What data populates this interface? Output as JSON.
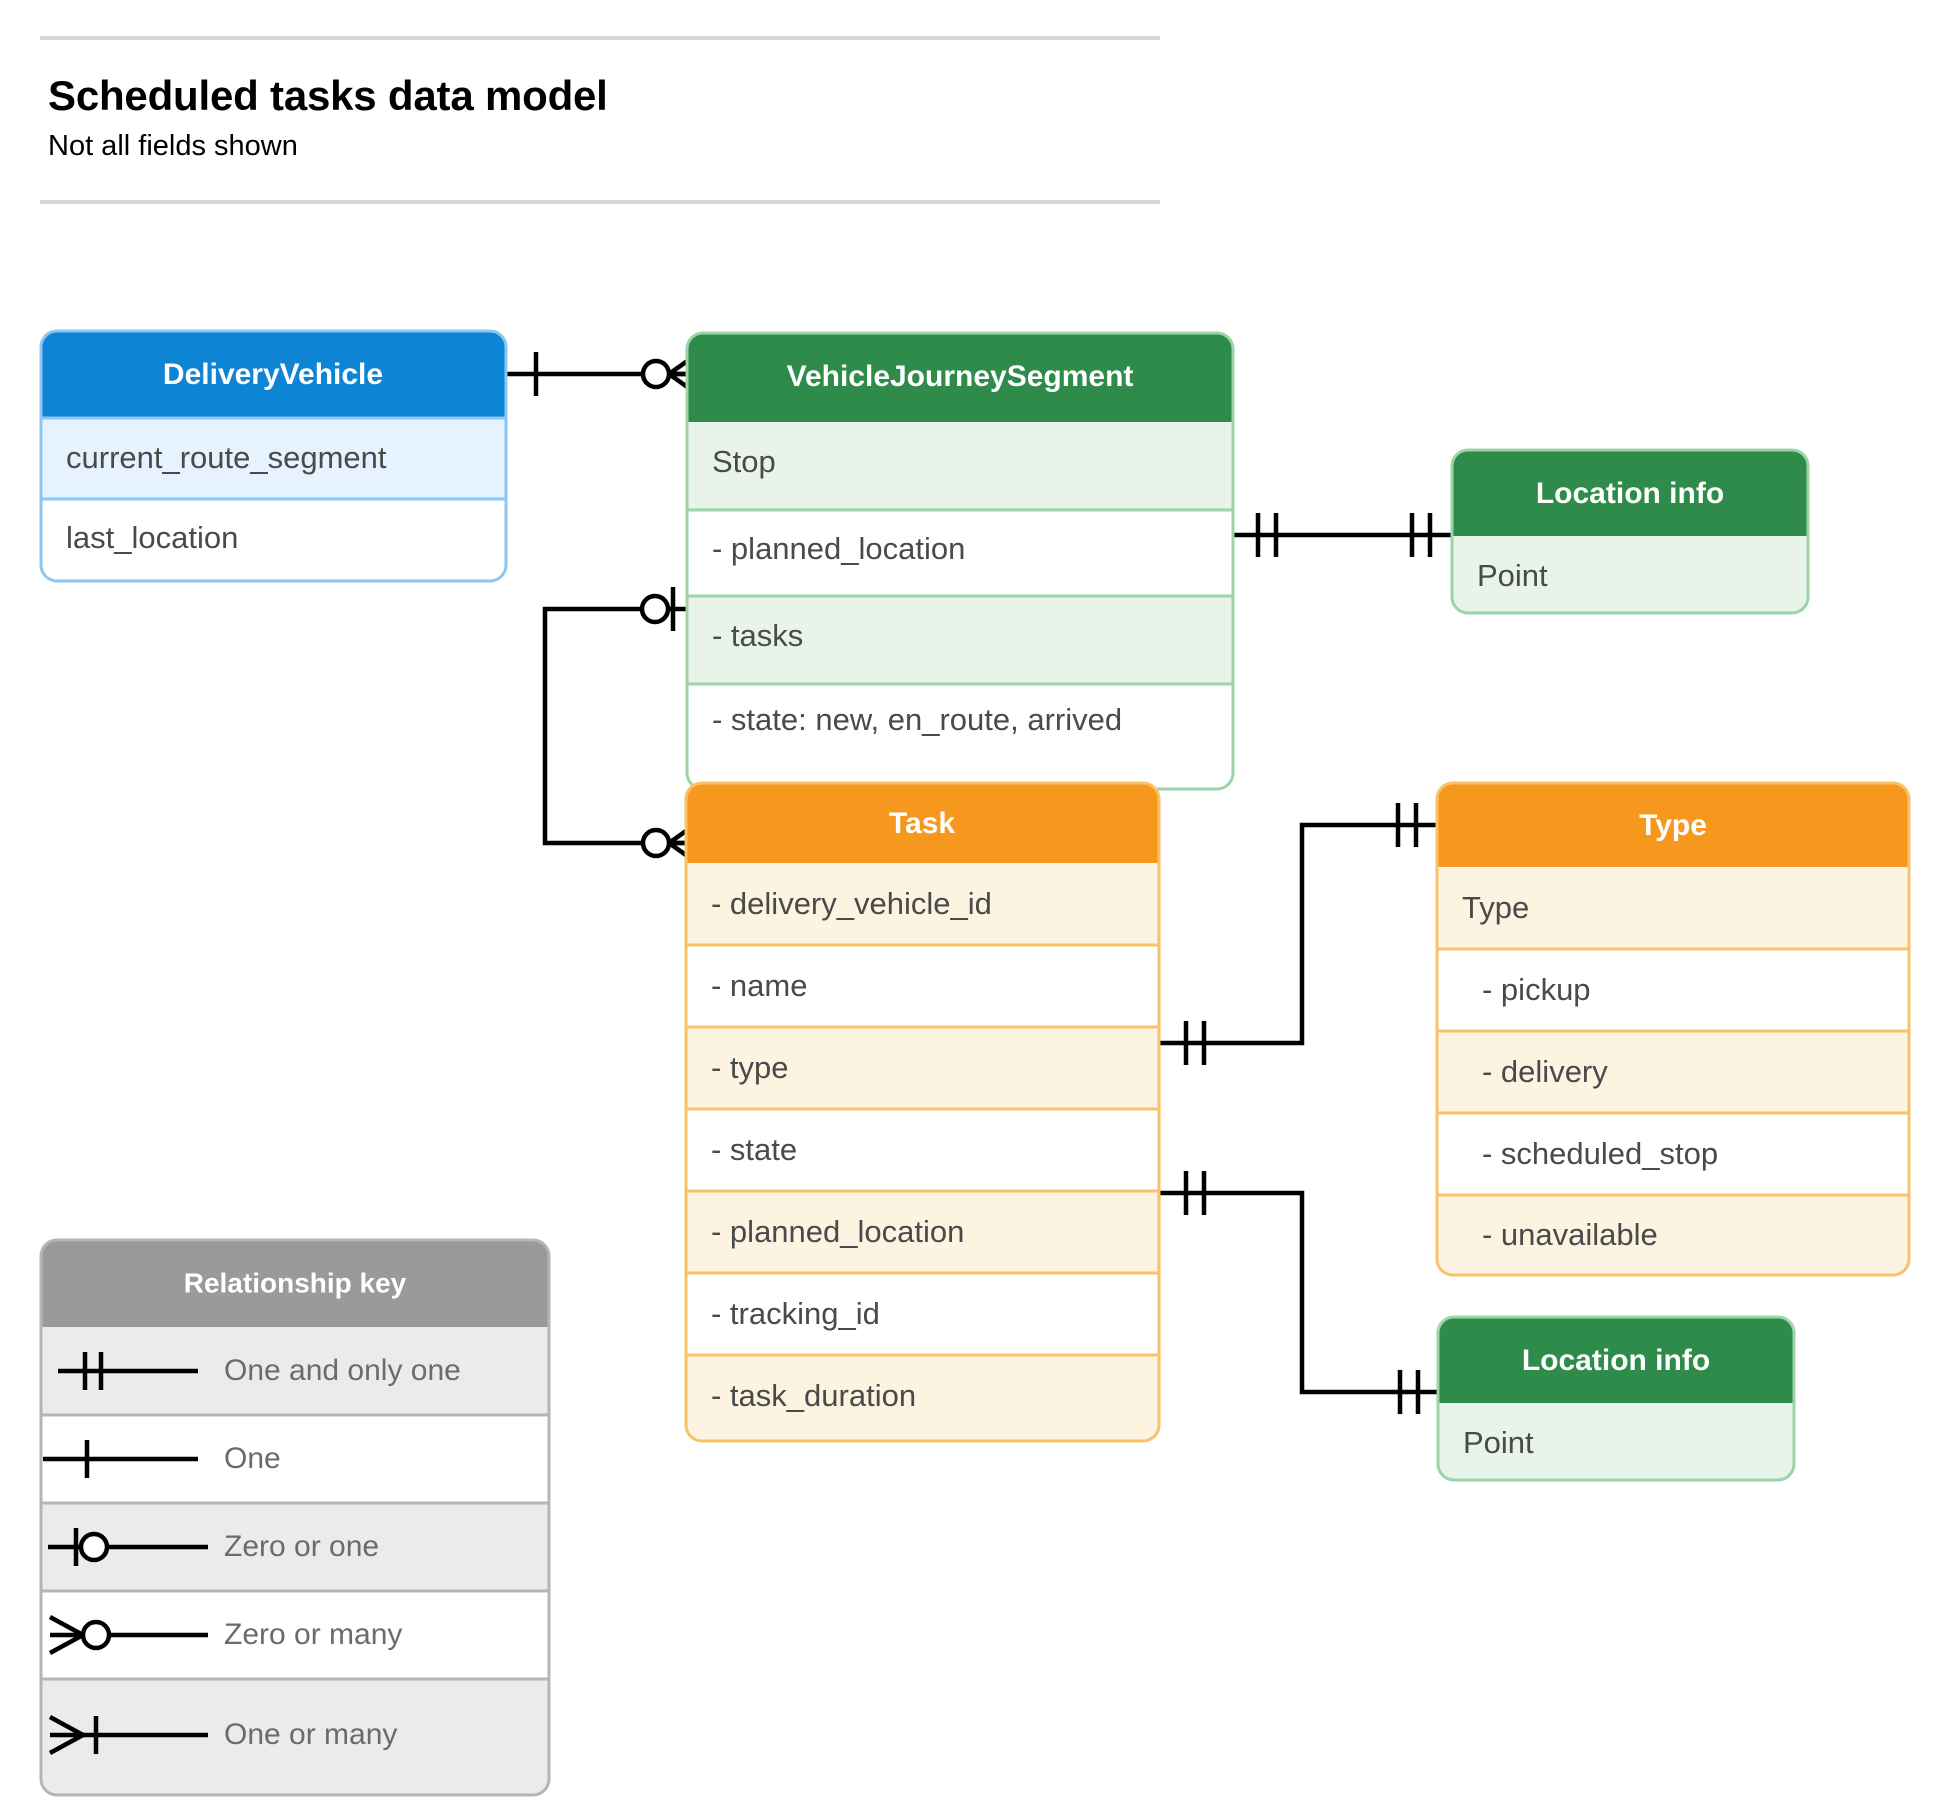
{
  "header": {
    "title": "Scheduled tasks data model",
    "subtitle": "Not all fields shown"
  },
  "colors": {
    "blue_header": "#0d84d4",
    "blue_row_alt": "#e6f2fd",
    "blue_border": "#8cc6f2",
    "green_header": "#2e8b49",
    "green_row_alt": "#e8f3ea",
    "green_border": "#9cd3a9",
    "orange_header": "#f6981e",
    "orange_row_alt": "#fdf3e1",
    "orange_border": "#f8c26a",
    "gray_header": "#9a9a9a",
    "gray_row_alt": "#ebebeb",
    "gray_border": "#b5b5b5",
    "text": "#4a4a4a",
    "legend_text": "#6b6b6b",
    "connector": "#000000",
    "rule": "#d6d6d6"
  },
  "entities": {
    "delivery_vehicle": {
      "title": "DeliveryVehicle",
      "rows": [
        "current_route_segment",
        "last_location"
      ]
    },
    "vehicle_journey_segment": {
      "title": "VehicleJourneySegment",
      "rows": [
        "Stop",
        "-  planned_location",
        "- tasks",
        "- state: new, en_route, arrived"
      ]
    },
    "location_info_top": {
      "title": "Location info",
      "rows": [
        "Point"
      ]
    },
    "location_info_bottom": {
      "title": "Location info",
      "rows": [
        "Point"
      ]
    },
    "task": {
      "title": "Task",
      "rows": [
        "- delivery_vehicle_id",
        "- name",
        "- type",
        "- state",
        "- planned_location",
        "- tracking_id",
        "- task_duration"
      ]
    },
    "type": {
      "title": "Type",
      "rows": [
        "Type",
        "-   pickup",
        "-   delivery",
        "-   scheduled_stop",
        "-   unavailable"
      ]
    }
  },
  "legend": {
    "title": "Relationship key",
    "items": [
      {
        "symbol": "one-and-only-one",
        "label": "One and only one"
      },
      {
        "symbol": "one",
        "label": "One"
      },
      {
        "symbol": "zero-or-one",
        "label": "Zero or one"
      },
      {
        "symbol": "zero-or-many",
        "label": "Zero or many"
      },
      {
        "symbol": "one-or-many",
        "label": "One or many"
      }
    ]
  },
  "relationships": [
    {
      "from": "DeliveryVehicle",
      "to": "VehicleJourneySegment",
      "from_card": "one",
      "to_card": "zero-or-many"
    },
    {
      "from": "VehicleJourneySegment.tasks",
      "to": "Task",
      "from_card": "zero-or-one",
      "to_card": "zero-or-many"
    },
    {
      "from": "VehicleJourneySegment.planned_location",
      "to": "Location info",
      "from_card": "one-and-only-one",
      "to_card": "one-and-only-one"
    },
    {
      "from": "Task.type",
      "to": "Type",
      "from_card": "one-and-only-one",
      "to_card": "one-and-only-one"
    },
    {
      "from": "Task.planned_location",
      "to": "Location info",
      "from_card": "one-and-only-one",
      "to_card": "one-and-only-one"
    }
  ]
}
